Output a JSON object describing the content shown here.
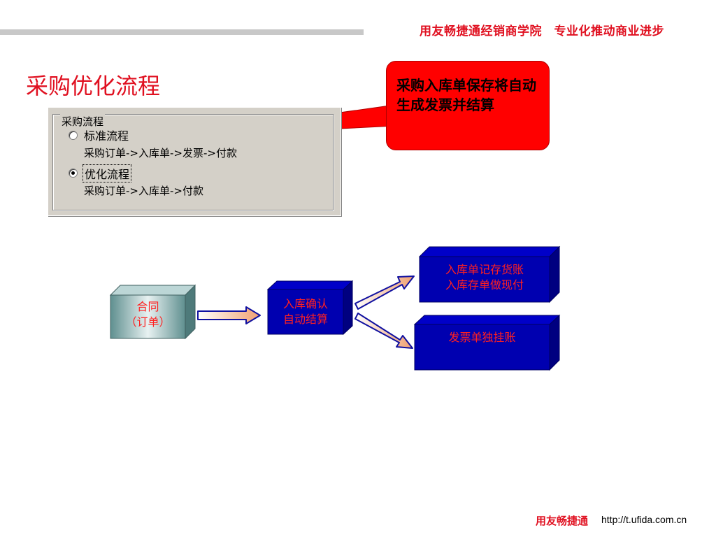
{
  "header": {
    "slogan": "用友畅捷通经销商学院　专业化推动商业进步"
  },
  "page": {
    "title": "采购优化流程"
  },
  "dialog": {
    "group_label": "采购流程",
    "options": [
      {
        "label": "标准流程",
        "desc": "采购订单->入库单->发票->付款",
        "selected": false
      },
      {
        "label": "优化流程",
        "desc": "采购订单->入库单->付款",
        "selected": true
      }
    ]
  },
  "callout": {
    "text": "采购入库单保存将自动生成发票并结算",
    "color": "#ff0000"
  },
  "flow": {
    "contract": {
      "line1": "合同",
      "line2": "（订单）"
    },
    "confirm": {
      "line1": "入库确认",
      "line2": "自动结算"
    },
    "top_result": {
      "line1": "入库单记存货账",
      "line2": "入库存单做现付"
    },
    "bottom_result": {
      "line1": "发票单独挂账"
    }
  },
  "footer": {
    "brand": "用友畅捷通",
    "url": "http://t.ufida.com.cn"
  }
}
